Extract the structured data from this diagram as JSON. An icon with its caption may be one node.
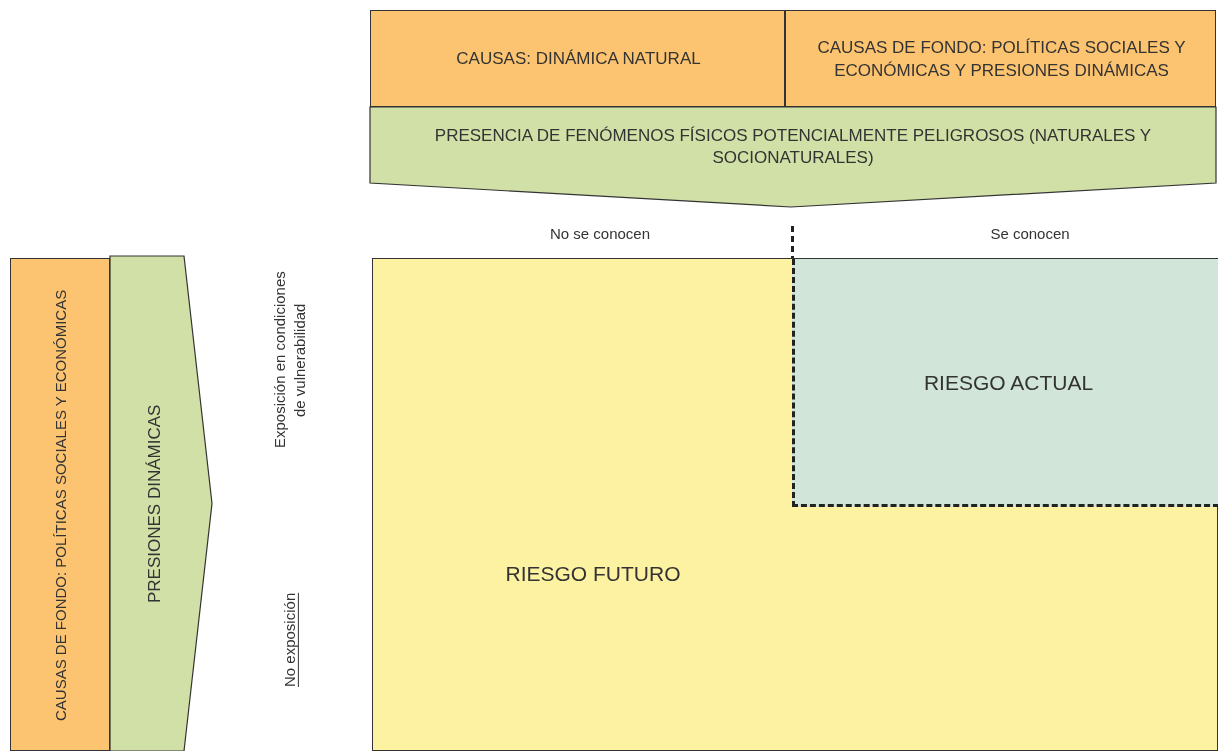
{
  "diagram": {
    "nodes": [
      {
        "text": [
          "CAUSAS: DINÁMICA NATURAL"
        ]
      },
      {
        "text": [
          "CAUSAS DE FONDO: POLÍTICAS SOCIALES Y ECONÓMICAS Y PRESIONES DINÁMICAS"
        ]
      },
      {
        "text": [
          "PRESENCIA DE FENÓMENOS FÍSICOS POTENCIALMENTE PELIGROSOS (NATURALES Y SOCIONATURALES)"
        ]
      },
      {
        "text": [
          "CAUSAS DE FONDO: POLÍTICAS SOCIALES Y ECONÓMICAS"
        ]
      },
      {
        "text": [
          "PRESIONES DINÁMICAS"
        ]
      },
      {
        "text": [
          "RIESGO FUTURO"
        ]
      },
      {
        "text": [
          "RIESGO ACTUAL"
        ],
        "in": 5
      }
    ],
    "labels": [
      "No se conocen",
      "Se conocen",
      "Exposición en condiciones de vulnerabilidad",
      "No exposición"
    ]
  }
}
